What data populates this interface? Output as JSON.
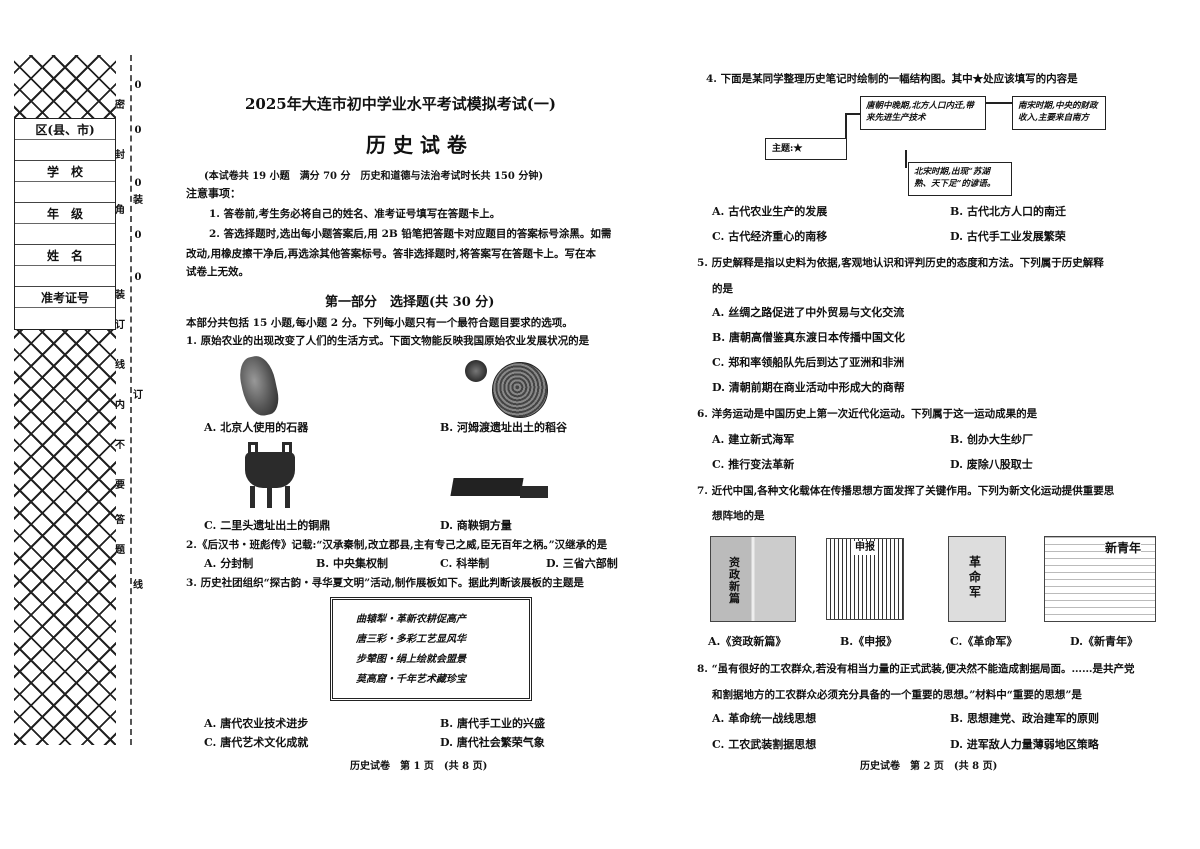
{
  "margin": {
    "labels": [
      "区(县、市)",
      "学　校",
      "年　级",
      "姓　名",
      "准考证号"
    ],
    "seal_inner": [
      "密",
      "封",
      "角",
      "装",
      "订",
      "线",
      "内",
      "不",
      "要",
      "答",
      "题"
    ],
    "seal_outer": [
      "0",
      "0",
      "0",
      "0",
      "0",
      "装",
      "订",
      "线"
    ]
  },
  "left_page": {
    "title": "2025年大连市初中学业水平考试模拟考试(一)",
    "subject": "历 史 试 卷",
    "info": "(本试卷共 19 小题　满分 70 分　历史和道德与法治考试时长共 150 分钟)",
    "notice_heading": "注意事项：",
    "notice": [
      "1. 答卷前,考生务必将自己的姓名、准考证号填写在答题卡上。",
      "2. 答选择题时,选出每小题答案后,用 2B 铅笔把答题卡对应题目的答案标号涂黑。如需",
      "改动,用橡皮擦干净后,再选涂其他答案标号。答非选择题时,将答案写在答题卡上。写在本",
      "试卷上无效。"
    ],
    "part_title": "第一部分　选择题(共 30 分)",
    "part_desc": "本部分共包括 15 小题,每小题 2 分。下列每小题只有一个最符合题目要求的选项。",
    "q1": "1. 原始农业的出现改变了人们的生活方式。下面文物能反映我国原始农业发展状况的是",
    "q1_options": [
      "A. 北京人使用的石器",
      "B. 河姆渡遗址出土的稻谷",
      "C. 二里头遗址出土的铜鼎",
      "D. 商鞅铜方量"
    ],
    "q2": "2.《后汉书・班彪传》记载:“汉承秦制,改立郡县,主有专己之威,臣无百年之柄。”汉继承的是",
    "q2_options": [
      "A. 分封制",
      "B. 中央集权制",
      "C. 科举制",
      "D. 三省六部制"
    ],
    "q3": "3. 历史社团组织“探古韵・寻华夏文明”活动,制作展板如下。据此判断该展板的主题是",
    "q3_board": [
      "曲辕犁・革新农耕促高产",
      "唐三彩・多彩工艺显风华",
      "步辇图・绢上绘就会盟景",
      "莫高窟・千年艺术藏珍宝"
    ],
    "q3_options": [
      "A. 唐代农业技术进步",
      "B. 唐代手工业的兴盛",
      "C. 唐代艺术文化成就",
      "D. 唐代社会繁荣气象"
    ],
    "footer": "历史试卷　第 1 页　(共 8 页)"
  },
  "right_page": {
    "q4": "4. 下面是某同学整理历史笔记时绘制的一幅结构图。其中★处应该填写的内容是",
    "q4_map": {
      "center": "主题:★",
      "n1": "唐朝中晚期,北方人口内迁,带来先进生产技术",
      "n2": "南宋时期,中央的财政收入,主要来自南方",
      "n3": "北宋时期,出现“苏湖熟、天下足”的谚语。"
    },
    "q4_options": [
      "A. 古代农业生产的发展",
      "B. 古代北方人口的南迁",
      "C. 古代经济重心的南移",
      "D. 古代手工业发展繁荣"
    ],
    "q5": [
      "5. 历史解释是指以史料为依据,客观地认识和评判历史的态度和方法。下列属于历史解释",
      "的是"
    ],
    "q5_options": [
      "A. 丝绸之路促进了中外贸易与文化交流",
      "B. 唐朝高僧鉴真东渡日本传播中国文化",
      "C. 郑和率领船队先后到达了亚洲和非洲",
      "D. 清朝前期在商业活动中形成大的商帮"
    ],
    "q6": "6. 洋务运动是中国历史上第一次近代化运动。下列属于这一运动成果的是",
    "q6_options": [
      "A. 建立新式海军",
      "B. 创办大生纱厂",
      "C. 推行变法革新",
      "D. 废除八股取士"
    ],
    "q7": [
      "7. 近代中国,各种文化载体在传播思想方面发挥了关键作用。下列为新文化运动提供重要思",
      "想阵地的是"
    ],
    "q7_covers": [
      "资政新篇",
      "申报",
      "革命军",
      "新青年"
    ],
    "q7_options": [
      "A.《资政新篇》",
      "B.《申报》",
      "C.《革命军》",
      "D.《新青年》"
    ],
    "q8": [
      "8. “虽有很好的工农群众,若没有相当力量的正式武装,便决然不能造成割据局面。……是共产党",
      "和割据地方的工农群众必须充分具备的一个重要的思想。”材料中“重要的思想”是"
    ],
    "q8_options": [
      "A. 革命统一战线思想",
      "B. 思想建党、政治建军的原则",
      "C. 工农武装割据思想",
      "D. 进军敌人力量薄弱地区策略"
    ],
    "footer": "历史试卷　第 2 页　(共 8 页)"
  }
}
